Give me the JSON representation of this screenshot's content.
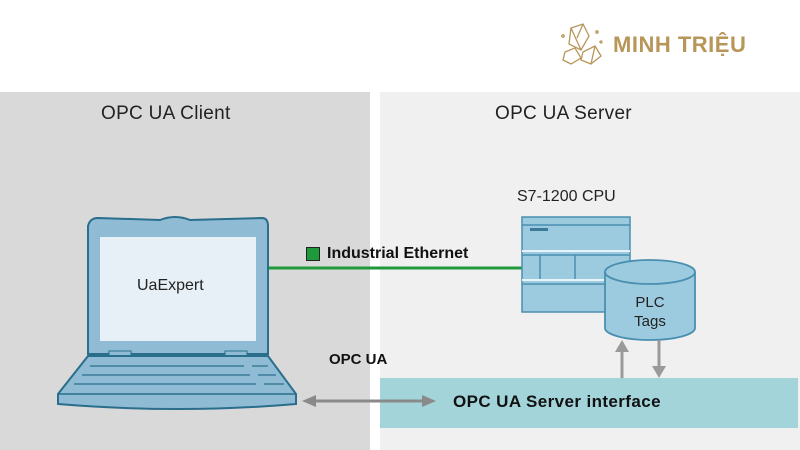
{
  "logo": {
    "text": "MINH TRIỆU",
    "icon": "crystal-gem-icon",
    "color": "#b8965a"
  },
  "client_panel": {
    "title": "OPC UA Client",
    "app_label": "UaExpert",
    "device_icon": "laptop-icon"
  },
  "server_panel": {
    "title": "OPC UA Server",
    "cpu_label": "S7-1200 CPU",
    "cpu_icon": "plc-module-icon",
    "tags_label_line1": "PLC",
    "tags_label_line2": "Tags",
    "tags_icon": "database-cylinder-icon",
    "interface_label": "OPC UA Server interface"
  },
  "connections": {
    "ethernet_label": "Industrial Ethernet",
    "ethernet_color": "#1e9a3c",
    "opcua_label": "OPC UA"
  },
  "colors": {
    "client_bg": "#d9d9d9",
    "server_bg": "#f0f0f0",
    "device_fill": "#8fbcd4",
    "device_stroke": "#2a6e8c",
    "interface_bg": "#a3d4d9",
    "arrow_gray": "#9a9a9a"
  }
}
